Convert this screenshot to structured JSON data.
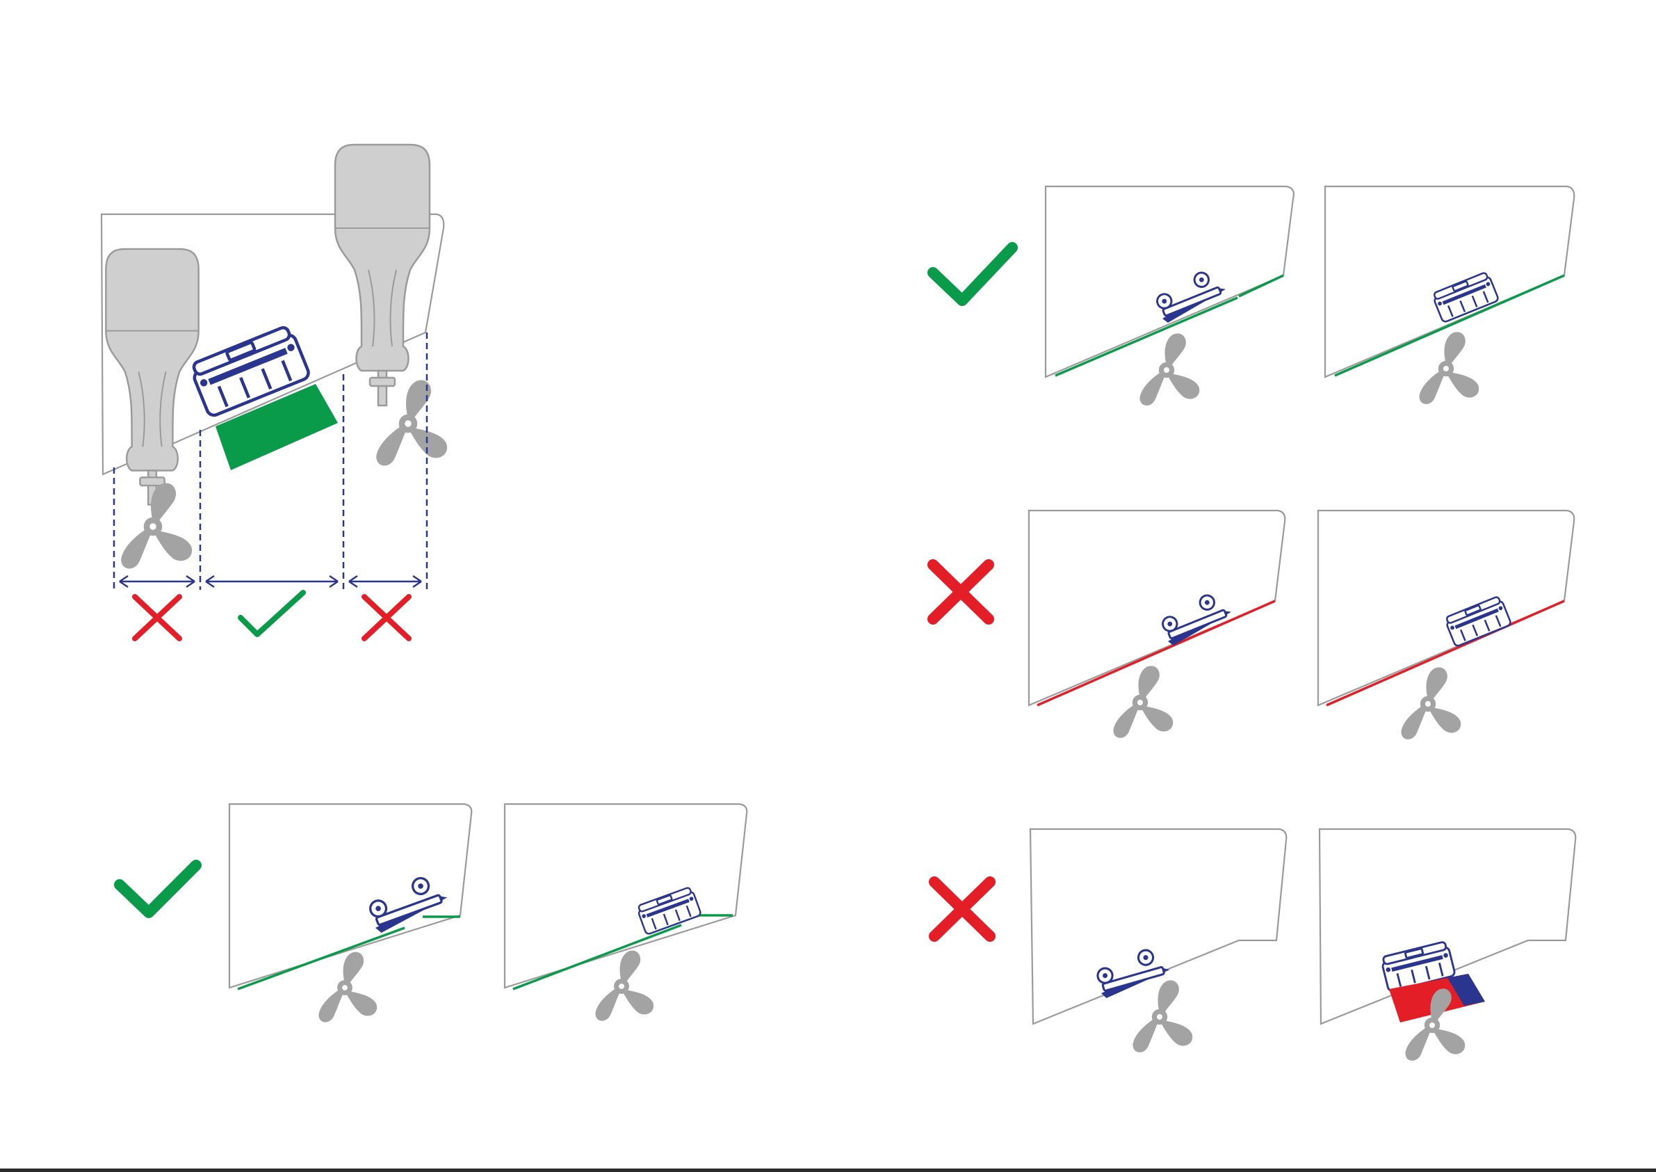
{
  "colors": {
    "ok": "#0a9b4a",
    "bad": "#e31e26",
    "unit": "#2a3590",
    "hull_outline": "#9a9a9a",
    "propeller": "#a3a3a3",
    "motor": "#cfcfcf"
  },
  "icons": {
    "ok": "check-mark-icon",
    "bad": "cross-mark-icon",
    "propeller": "propeller-icon",
    "outboard_motor": "outboard-motor-icon",
    "transducer_unit": "transducer-unit-icon"
  },
  "overview": {
    "zones": [
      {
        "zone": "left-of-unit",
        "verdict": "bad"
      },
      {
        "zone": "between-motors",
        "verdict": "ok"
      },
      {
        "zone": "right-of-unit",
        "verdict": "bad"
      }
    ]
  },
  "examples": [
    {
      "group": "bottom-left",
      "verdict": "ok",
      "panels": [
        "bracket-mount",
        "unit-mount"
      ]
    },
    {
      "group": "right-top",
      "verdict": "ok",
      "panels": [
        "bracket-mount",
        "unit-mount"
      ]
    },
    {
      "group": "right-middle",
      "verdict": "bad",
      "panels": [
        "bracket-mount",
        "unit-mount"
      ]
    },
    {
      "group": "right-bottom",
      "verdict": "bad",
      "panels": [
        "bracket-mount",
        "unit-mount"
      ]
    }
  ]
}
